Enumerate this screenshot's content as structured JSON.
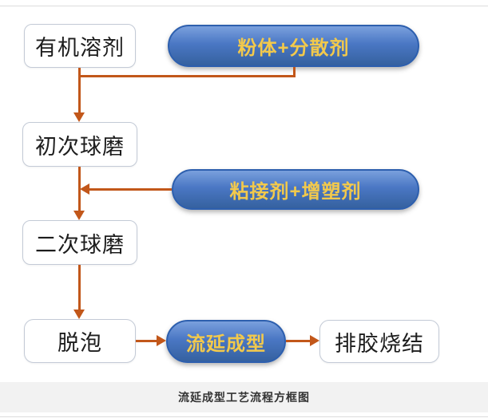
{
  "caption": "流延成型工艺流程方框图",
  "nodes": {
    "organic_solvent": "有机溶剂",
    "powder_dispersant": "粉体+分散剂",
    "first_ball_mill": "初次球磨",
    "binder_plasticizer": "粘接剂+增塑剂",
    "second_ball_mill": "二次球磨",
    "defoam": "脱泡",
    "tape_casting": "流延成型",
    "debinding_sintering": "排胶烧结"
  },
  "colors": {
    "arrow": "#c2571a",
    "pill_fill_top": "#7aa0dd",
    "pill_fill_bottom": "#35619f",
    "pill_border": "#2d5fae",
    "pill_text": "#f2c94c",
    "box_border": "#c3cad6",
    "box_text": "#1d1d1d",
    "caption_bg": "#f2f2f2"
  }
}
